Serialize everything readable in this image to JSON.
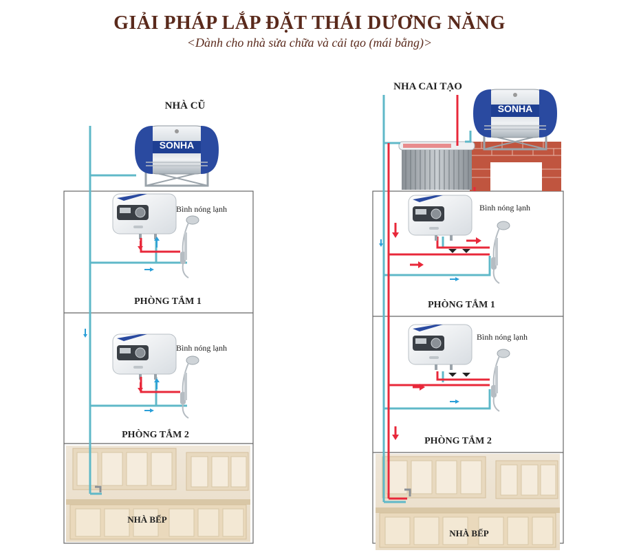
{
  "header": {
    "title": "GIẢI PHÁP LẮP ĐẶT THÁI DƯƠNG NĂNG",
    "subtitle": "<Dành cho nhà sửa chữa và cải tạo (mái bằng)>"
  },
  "left_house": {
    "name": "NHÀ CŨ",
    "tank_brand": "SONHA",
    "heater_label": "Bình nóng lạnh",
    "rooms": [
      "PHÒNG TẮM 1",
      "PHÒNG TẮM 2",
      "NHÀ BẾP"
    ]
  },
  "right_house": {
    "name": "NHA CAI TẠO",
    "tank_brand": "SONHA",
    "heater_label": "Bình nóng lạnh",
    "rooms": [
      "PHÒNG TẮM 1",
      "PHÒNG TẮM 2",
      "NHÀ BẾP"
    ]
  },
  "colors": {
    "title": "#5a2a1c",
    "cold_pipe": "#5fb8c8",
    "hot_pipe": "#e8283a",
    "wall": "#555555",
    "tank_blue": "#2a4aa0",
    "brick": "#c0553f"
  }
}
